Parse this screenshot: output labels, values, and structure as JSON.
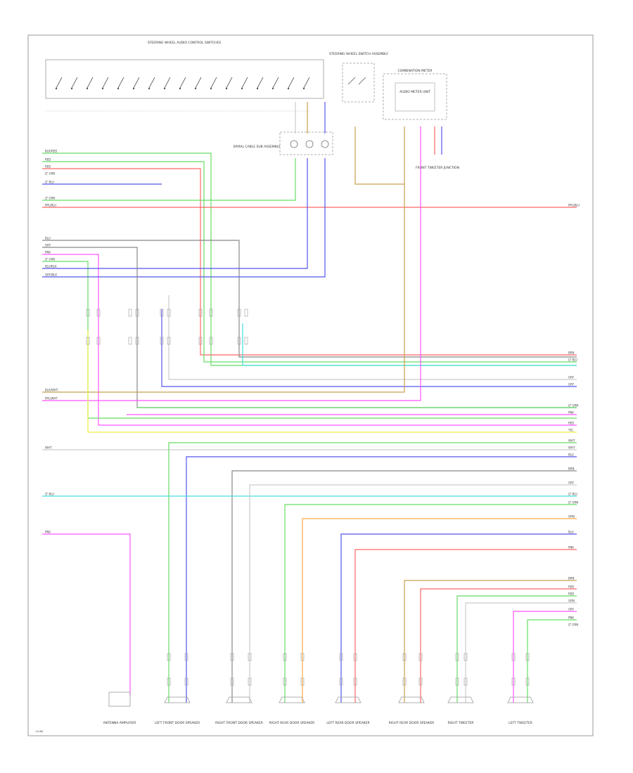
{
  "diagram": {
    "footer_code": "1/2/88",
    "components": {
      "steering_switches": {
        "title": "STEERING WHEEL AUDIO CONTROL SWITCHES"
      },
      "steering_wheel_switch": {
        "title": "STEERING WHEEL SWITCH ASSEMBLY"
      },
      "combination_meter": {
        "title": "COMBINATION METER",
        "inner": "AUDIO METER UNIT"
      },
      "spiral_cable": {
        "title": "SPIRAL CABLE SUB ASSEMBLY"
      },
      "front_tweeter_jct": {
        "title": "FRONT TWEETER JUNCTION"
      }
    },
    "bottom_components": [
      {
        "id": "antenna-amp",
        "label": "ANTENNA AMPLIFIER"
      },
      {
        "id": "left-front-speaker",
        "label": "LEFT FRONT DOOR SPEAKER"
      },
      {
        "id": "right-front-speaker",
        "label": "RIGHT FRONT DOOR SPEAKER"
      },
      {
        "id": "right-rear-speaker",
        "label": "RIGHT REAR DOOR SPEAKER"
      },
      {
        "id": "left-rear-speaker",
        "label": "LEFT REAR DOOR SPEAKER"
      },
      {
        "id": "right-rear-speaker-2",
        "label": "RIGHT REAR DOOR SPEAKER"
      },
      {
        "id": "right-tweeter",
        "label": "RIGHT TWEETER"
      },
      {
        "id": "left-tweeter",
        "label": "LEFT TWEETER"
      }
    ],
    "wire_colors": {
      "green": "#66dd66",
      "red": "#ff6666",
      "blue": "#5555ee",
      "pink": "#ff55ff",
      "gray": "#888888",
      "lightgray": "#cccccc",
      "cyan": "#44dddd",
      "yellow": "#eeee44",
      "orange": "#ffaa44",
      "tan": "#c8a050",
      "dkgray": "#666666"
    },
    "left_labels": [
      "BLK/RED",
      "RED",
      "RED",
      "LT GRN",
      "LT BLU",
      "LT GRN",
      "PPL/BLU",
      "BLU",
      "GRY",
      "PNK",
      "LT GRN",
      "BLU/BLK",
      "GRY/BLK",
      "BLK/WHT",
      "PPL/WHT",
      "WHT",
      "LT BLU",
      "PNK"
    ],
    "right_labels": [
      "PPL/BLU",
      "BRN",
      "LT BLU",
      "GRY",
      "GRY",
      "LT GRN",
      "PNK",
      "RED",
      "YEL",
      "WHT",
      "WHT",
      "BLU",
      "BRN",
      "GRY",
      "LT BLU",
      "LT GRN",
      "ORN",
      "BLU",
      "PNK",
      "BRN",
      "RED",
      "RED",
      "GRN",
      "GRY",
      "PNK",
      "LT GRN"
    ]
  }
}
